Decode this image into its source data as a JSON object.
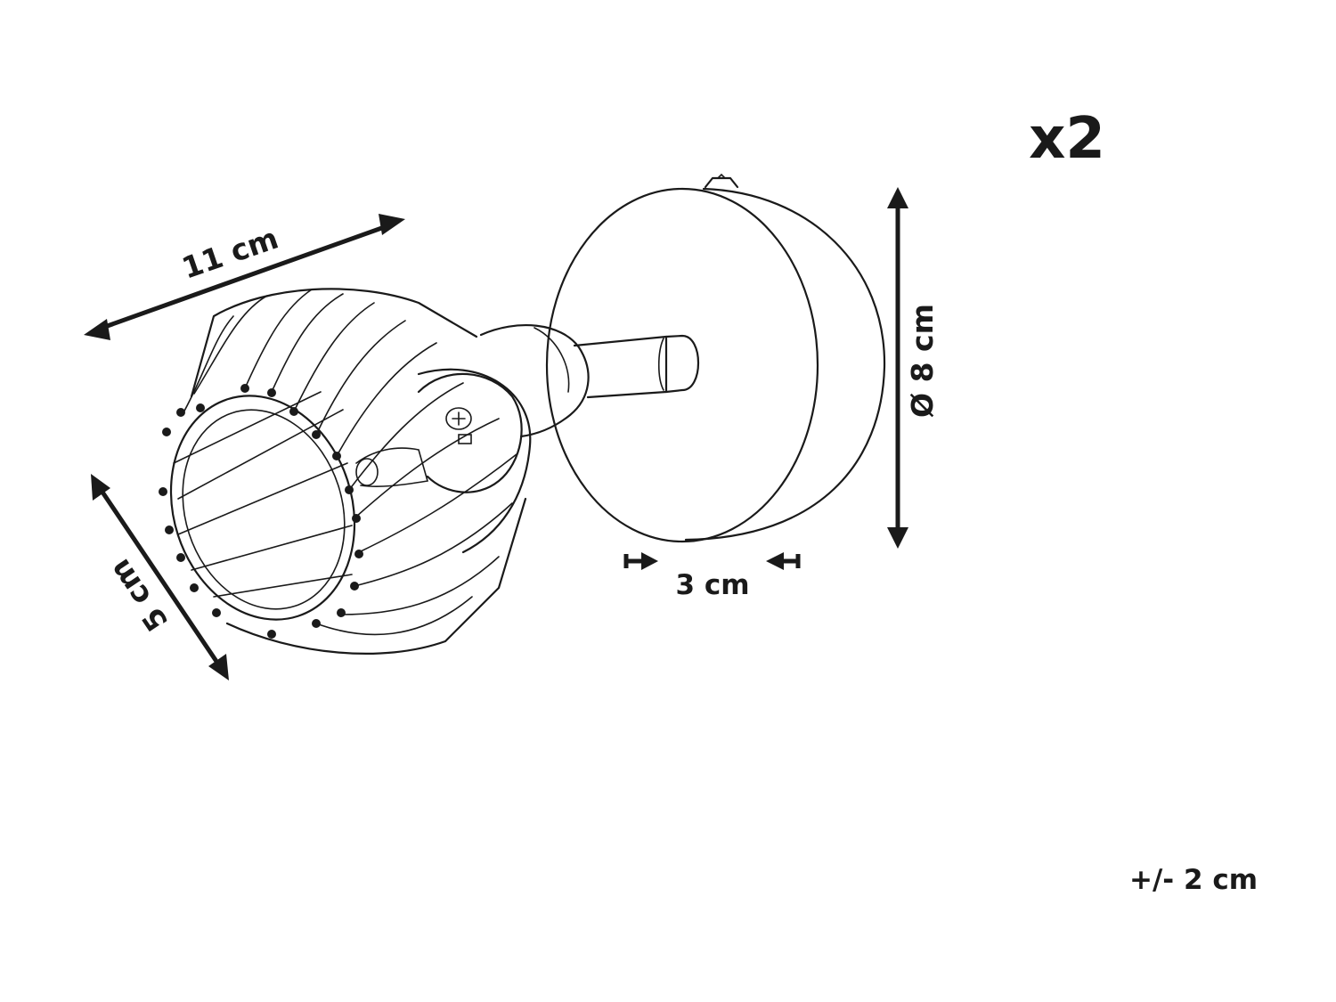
{
  "quantity_label": "x2",
  "tolerance_label": "+/- 2 cm",
  "dimensions": {
    "length": "11 cm",
    "shade_diameter": "5 cm",
    "plate_diameter": "Ø 8 cm",
    "plate_depth": "3 cm"
  },
  "colors": {
    "line": "#1a1a1a",
    "background": "#ffffff"
  }
}
